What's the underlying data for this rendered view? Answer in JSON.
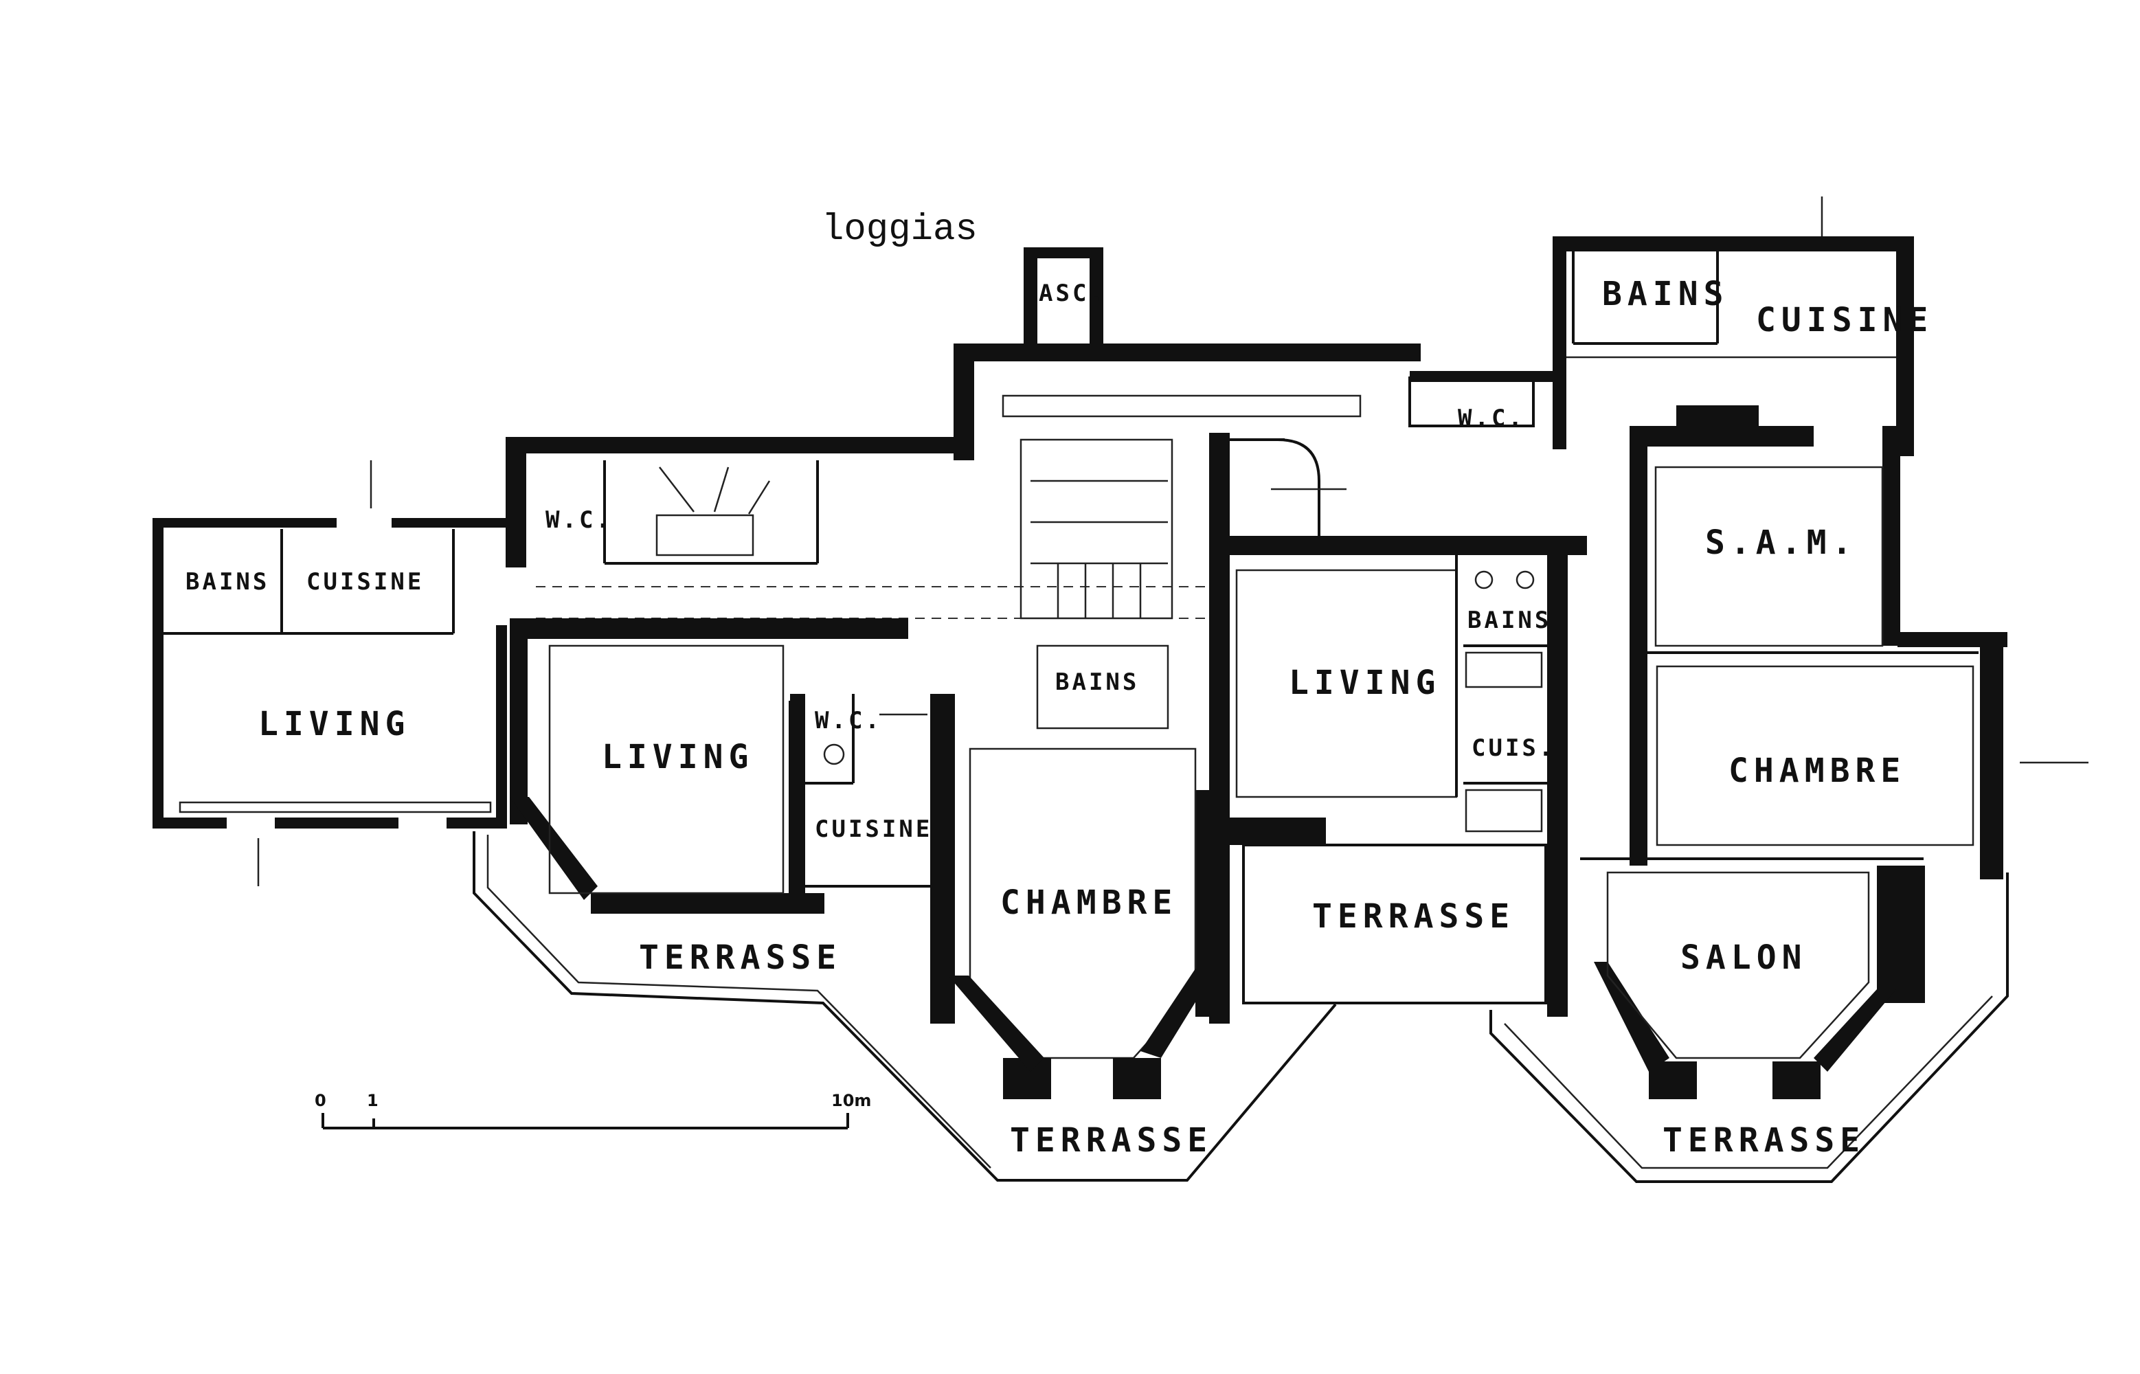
{
  "title": "loggias",
  "rooms": {
    "west_bains": "BAINS",
    "west_cuisine": "CUISINE",
    "west_living": "LIVING",
    "west_wc": "W.C.",
    "asc": "ASC.",
    "center_living": "LIVING",
    "center_wc": "W.C.",
    "center_cuisine": "CUISINE",
    "center_bains": "BAINS",
    "center_chambre": "CHAMBRE",
    "terrasse_left": "TERRASSE",
    "terrasse_bottom": "TERRASSE",
    "terrasse_mid": "TERRASSE",
    "east_living": "LIVING",
    "east_bains": "BAINS",
    "east_cuis": "CUIS.",
    "ne_bains": "BAINS",
    "ne_cuisine": "CUISINE",
    "ne_wc": "W.C.",
    "sam": "S.A.M.",
    "east_chambre": "CHAMBRE",
    "salon": "SALON",
    "terrasse_right": "TERRASSE"
  },
  "scale": {
    "label_0": "0",
    "label_1": "1",
    "label_10": "10m"
  }
}
